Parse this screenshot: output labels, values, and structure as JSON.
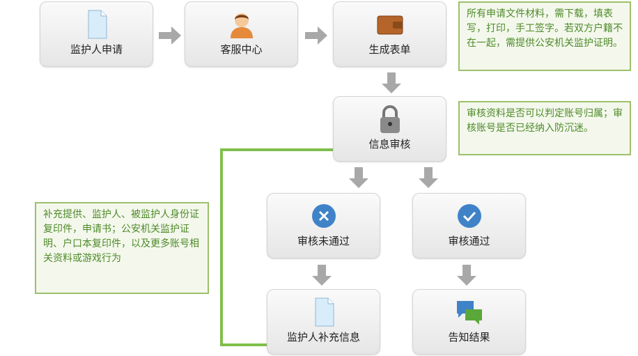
{
  "nodes": {
    "apply": "监护人申请",
    "service": "客服中心",
    "form": "生成表单",
    "review": "信息审核",
    "fail": "审核未通过",
    "pass": "审核通过",
    "supplement": "监护人补充信息",
    "notify": "告知结果"
  },
  "notes": {
    "form": "所有申请文件材料，需下载，填表写，打印，手工签字。若双方户籍不在一起，需提供公安机关监护证明。",
    "review": "审核资料是否可以判定账号归属；审核账号是否已经纳入防沉迷。",
    "supplement": "补充提供、监护人、被监护人身份证复印件，申请书；公安机关监护证明、户口本复印件，以及更多账号相关资料或游戏行为"
  },
  "colors": {
    "arrow": "#a8a8a8",
    "line": "#7fbf4b",
    "note_text": "#4e8a2a"
  }
}
